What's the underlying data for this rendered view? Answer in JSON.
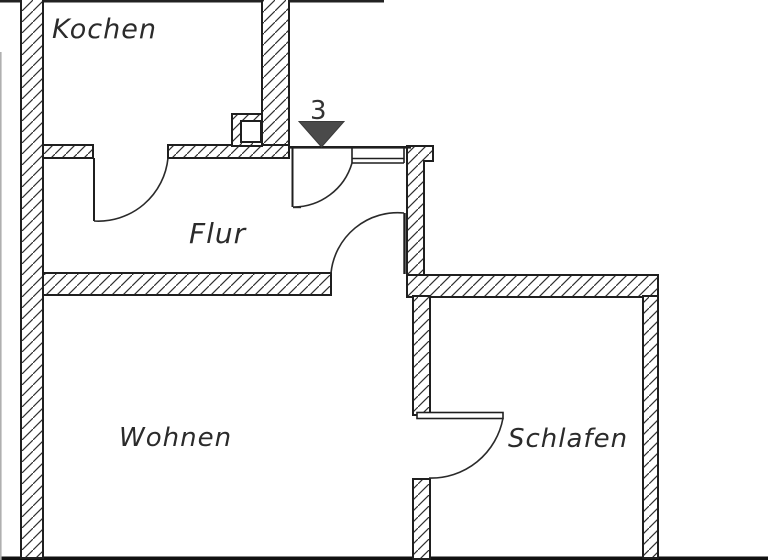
{
  "floor_plan": {
    "type": "apartment-floor-plan-scan",
    "rooms": [
      {
        "id": "kochen",
        "label": "Kochen"
      },
      {
        "id": "flur",
        "label": "Flur"
      },
      {
        "id": "wohnen",
        "label": "Wohnen"
      },
      {
        "id": "schlafen",
        "label": "Schlafen"
      }
    ],
    "entrance": {
      "label": "3",
      "marker": "filled-triangle-down"
    },
    "symbols": {
      "doors": [
        "kochen-flur",
        "entrance",
        "flur-wohnen",
        "wohnen-schlafen"
      ],
      "window": "flur-side-window",
      "shaft": "kochen-duct-shaft"
    },
    "colors": {
      "background": "#ffffff",
      "wall_outline": "#1f1f1f",
      "hatch_line": "#2f2f2f",
      "triangle_fill": "#4a4a4a",
      "label_text": "#2b2b2b",
      "edge_line": "#111111",
      "faint_edge": "#b0b0b0"
    }
  }
}
